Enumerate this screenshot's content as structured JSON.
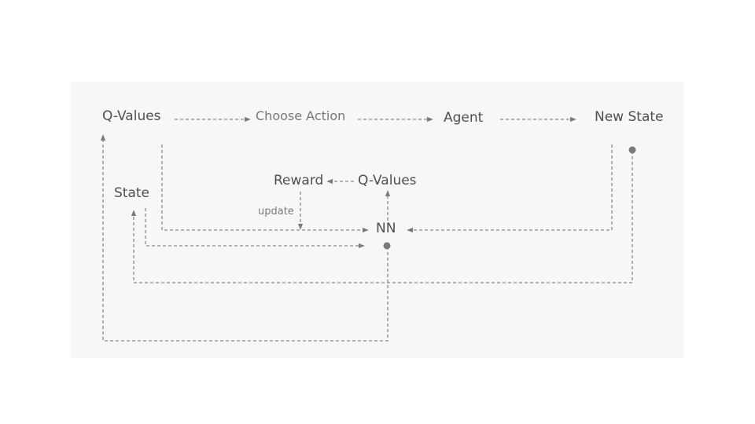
{
  "diagram": {
    "nodes": {
      "q_values_top": "Q-Values",
      "choose_action": "Choose Action",
      "agent": "Agent",
      "new_state": "New State",
      "state": "State",
      "reward": "Reward",
      "q_values_mid": "Q-Values",
      "nn": "NN"
    },
    "edge_labels": {
      "update": "update"
    }
  },
  "colors": {
    "panel_background": "#f7f7f7",
    "line": "#8a8a8a",
    "dot": "#7a7a7a",
    "text": "#4f4f4f"
  }
}
